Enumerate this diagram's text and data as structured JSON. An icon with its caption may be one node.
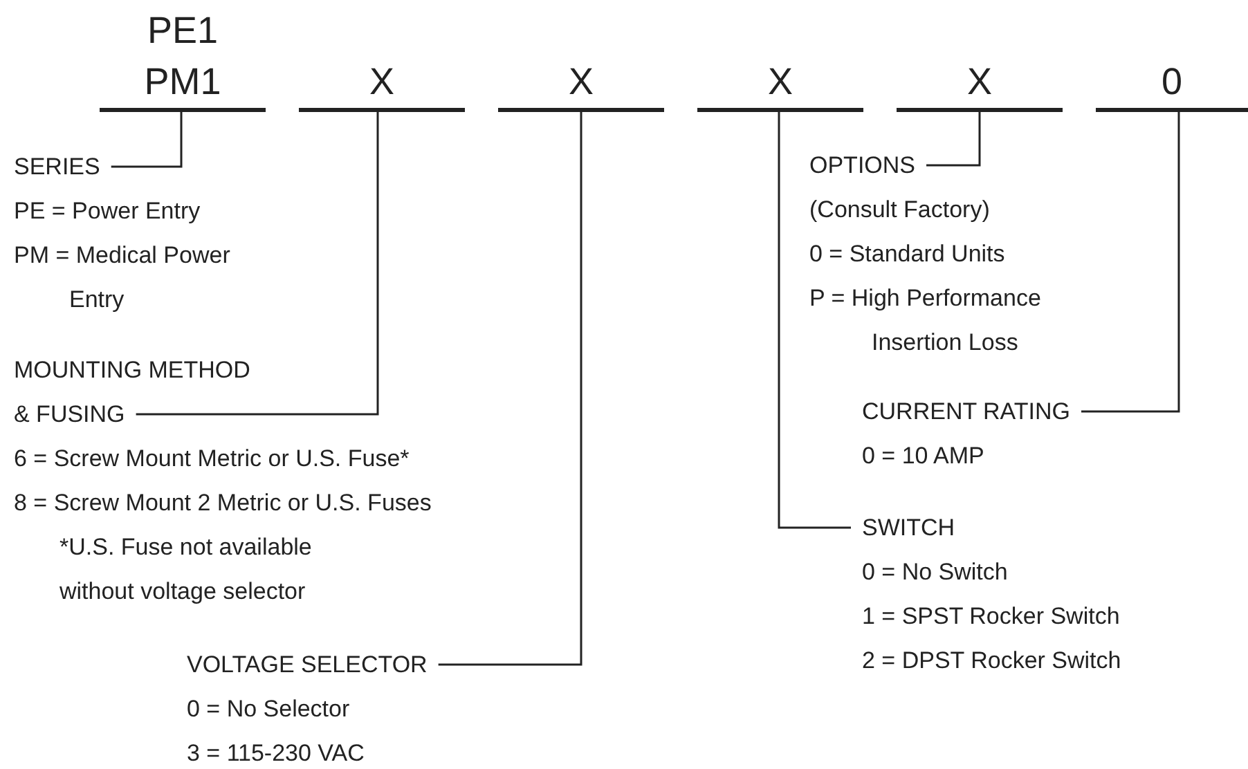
{
  "diagram": {
    "nodes": [
      {
        "text": [
          "PE1",
          "PM1"
        ]
      },
      {
        "text": [
          "X"
        ]
      },
      {
        "text": [
          "X"
        ]
      },
      {
        "text": [
          "X"
        ]
      },
      {
        "text": [
          "X"
        ]
      },
      {
        "text": [
          "0"
        ]
      },
      {
        "text": [
          "SERIES",
          "PE = Power Entry",
          "PM = Medical Power Entry"
        ]
      },
      {
        "text": [
          "MOUNTING METHOD & FUSING",
          "6 = Screw Mount Metric or U.S. Fuse*",
          "8 = Screw Mount 2 Metric or U.S. Fuses",
          "*U.S. Fuse not available without voltage selector"
        ]
      },
      {
        "text": [
          "VOLTAGE SELECTOR",
          "0 = No Selector",
          "3 = 115-230 VAC"
        ]
      },
      {
        "text": [
          "OPTIONS",
          "(Consult Factory)",
          "0 = Standard Units",
          "P = High Performance Insertion Loss"
        ]
      },
      {
        "text": [
          "CURRENT RATING",
          "0 = 10 AMP"
        ]
      },
      {
        "text": [
          "SWITCH",
          "0 = No Switch",
          "1 = SPST Rocker Switch",
          "2 = DPST Rocker Switch"
        ]
      }
    ],
    "edges": [
      {
        "from": 6,
        "to": 0,
        "arrow": "none"
      },
      {
        "from": 7,
        "to": 1,
        "arrow": "none"
      },
      {
        "from": 8,
        "to": 2,
        "arrow": "none"
      },
      {
        "from": 11,
        "to": 3,
        "arrow": "none"
      },
      {
        "from": 9,
        "to": 4,
        "arrow": "none"
      },
      {
        "from": 10,
        "to": 5,
        "arrow": "none"
      }
    ]
  }
}
